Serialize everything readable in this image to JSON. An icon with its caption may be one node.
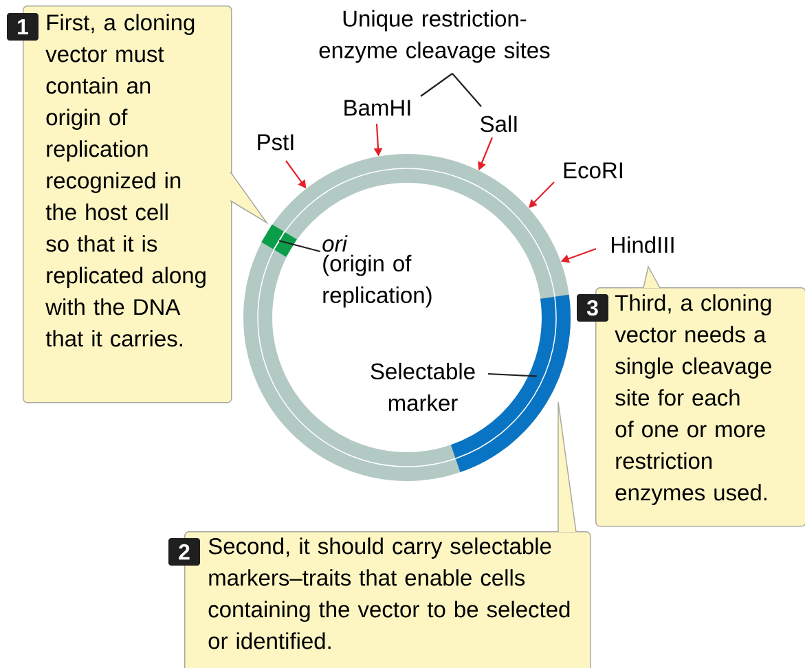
{
  "diagram": {
    "nodes": [
      {
        "text": [
          "1",
          "First, a cloning vector must contain an origin of replication recognized in the host cell so that it is replicated along with the DNA that it carries."
        ]
      },
      {
        "text": [
          "2",
          "Second, it should carry selectable markers–traits that enable cells containing the vector to be selected or identified."
        ]
      },
      {
        "text": [
          "3",
          "Third, a cloning vector needs a single cleavage site for each of one or more restriction enzymes used."
        ]
      },
      {
        "text": [],
        "shape": "circle"
      },
      {
        "text": [],
        "shape": "box"
      },
      {
        "text": [],
        "shape": "bar"
      },
      {
        "text": [
          "*ori*",
          "(origin of replication)"
        ],
        "in": 3
      },
      {
        "text": [
          "Selectable marker"
        ],
        "in": 3
      },
      {
        "text": [
          "Unique restriction-enzyme cleavage sites"
        ]
      },
      {
        "text": [
          "PstI"
        ]
      },
      {
        "text": [
          "BamHI"
        ]
      },
      {
        "text": [
          "SalI"
        ]
      },
      {
        "text": [
          "EcoRI"
        ]
      },
      {
        "text": [
          "HindIII"
        ]
      }
    ],
    "edges": [
      {
        "from": 6,
        "to": 4,
        "arrow": "none",
        "color": "#231f20"
      },
      {
        "from": 7,
        "to": 5,
        "arrow": "none",
        "color": "#231f20"
      },
      {
        "from": 8,
        "to": 10,
        "arrow": "none",
        "color": "#231f20"
      },
      {
        "from": 8,
        "to": 11,
        "arrow": "none",
        "color": "#231f20"
      },
      {
        "from": 9,
        "to": 3,
        "arrow": "to",
        "color": "#e4202a"
      },
      {
        "from": 10,
        "to": 3,
        "arrow": "to",
        "color": "#e4202a"
      },
      {
        "from": 11,
        "to": 3,
        "arrow": "to",
        "color": "#e4202a"
      },
      {
        "from": 12,
        "to": 3,
        "arrow": "to",
        "color": "#e4202a"
      },
      {
        "from": 13,
        "to": 3,
        "arrow": "to",
        "color": "#e4202a"
      }
    ]
  }
}
